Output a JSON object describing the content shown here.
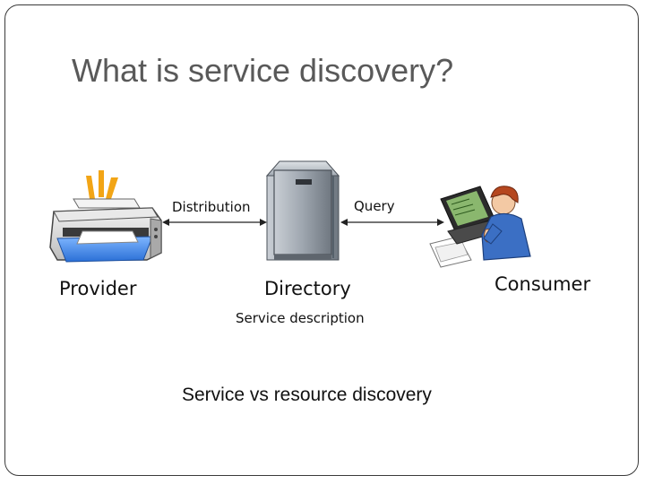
{
  "slide": {
    "title": "What is service discovery?",
    "bottom_text": "Service vs resource discovery"
  },
  "diagram": {
    "nodes": {
      "provider": {
        "label": "Provider",
        "icon": "printer-icon"
      },
      "directory": {
        "label": "Directory",
        "sublabel": "Service description",
        "icon": "server-icon"
      },
      "consumer": {
        "label": "Consumer",
        "icon": "user-at-computer-icon"
      }
    },
    "edges": [
      {
        "from": "provider",
        "to": "directory",
        "label": "Distribution",
        "direction": "both"
      },
      {
        "from": "directory",
        "to": "consumer",
        "label": "Query",
        "direction": "both"
      }
    ]
  },
  "colors": {
    "title": "#595959",
    "frame": "#3a3a3a",
    "server_body": "#9aa3ad",
    "consumer_shirt": "#3b6fc4",
    "printer_flash": "#f2a516"
  }
}
